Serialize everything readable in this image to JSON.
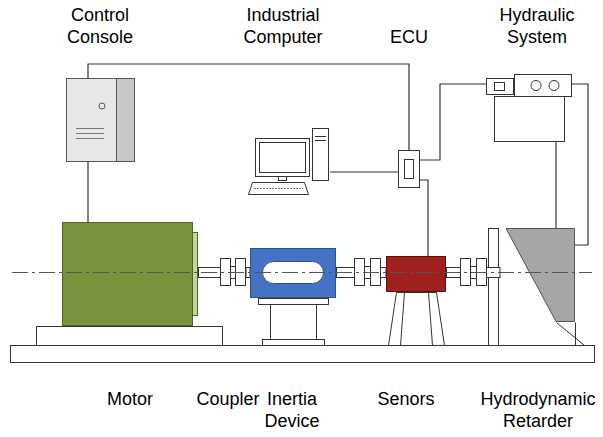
{
  "diagram": {
    "nodes": [
      {
        "text": [
          "Control Console"
        ]
      },
      {
        "text": [
          "Industrial Computer"
        ]
      },
      {
        "text": [
          "ECU"
        ]
      },
      {
        "text": [
          "Hydraulic System"
        ]
      },
      {
        "text": [
          "Motor"
        ]
      },
      {
        "text": [
          "Coupler"
        ]
      },
      {
        "text": [
          "Inertia Device"
        ]
      },
      {
        "text": [
          "Senors"
        ]
      },
      {
        "text": [
          "Hydrodynamic Retarder"
        ]
      }
    ],
    "edges": [
      {
        "from": 0,
        "to": 2,
        "arrow": "none"
      },
      {
        "from": 0,
        "to": 4,
        "arrow": "none"
      },
      {
        "from": 1,
        "to": 2,
        "arrow": "none"
      },
      {
        "from": 2,
        "to": 3,
        "arrow": "none"
      },
      {
        "from": 2,
        "to": 7,
        "arrow": "none"
      },
      {
        "from": 3,
        "to": 8,
        "arrow": "none"
      },
      {
        "from": 3,
        "to": 8,
        "arrow": "none"
      }
    ]
  }
}
